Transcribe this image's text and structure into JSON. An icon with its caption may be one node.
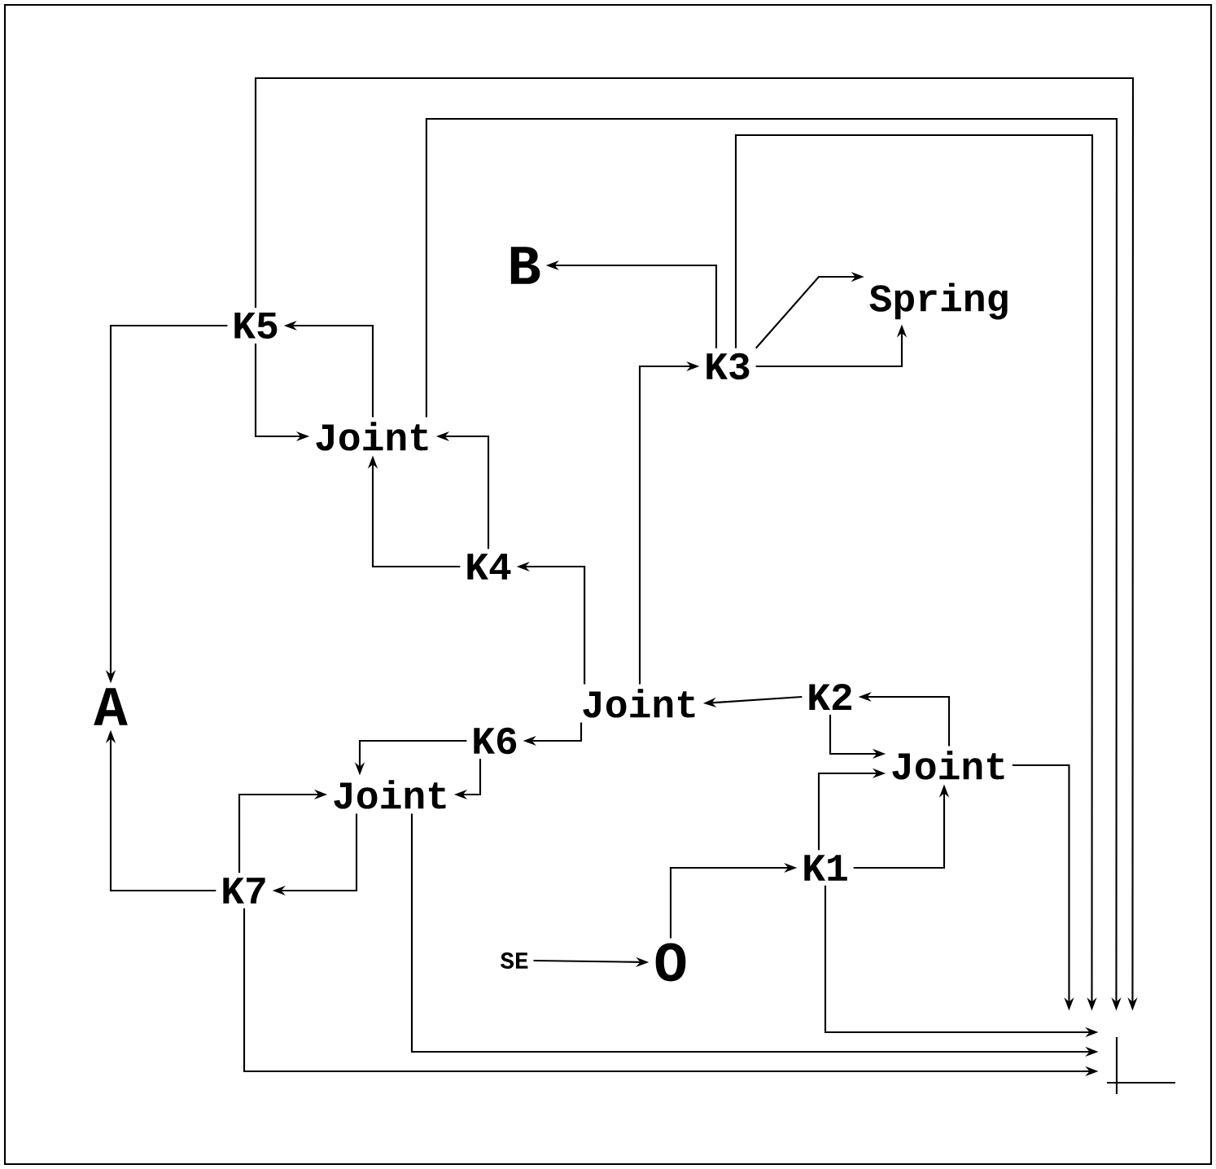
{
  "diagram": {
    "nodes": [
      {
        "text": [
          "B"
        ]
      },
      {
        "text": [
          "Spring"
        ]
      },
      {
        "text": [
          "K5"
        ]
      },
      {
        "text": [
          "K3"
        ]
      },
      {
        "text": [
          "Joint"
        ]
      },
      {
        "text": [
          "K4"
        ]
      },
      {
        "text": [
          "Joint"
        ]
      },
      {
        "text": [
          "K2"
        ]
      },
      {
        "text": [
          "A"
        ]
      },
      {
        "text": [
          "K6"
        ]
      },
      {
        "text": [
          "Joint"
        ]
      },
      {
        "text": [
          "Joint"
        ]
      },
      {
        "text": [
          "K1"
        ]
      },
      {
        "text": [
          "K7"
        ]
      },
      {
        "text": [
          "SE"
        ]
      },
      {
        "text": [
          "O"
        ]
      },
      {
        "text": [],
        "shape": "picture"
      }
    ],
    "edges": [
      {
        "from": 2,
        "to": 8,
        "arrow": "to"
      },
      {
        "from": 2,
        "to": 4,
        "arrow": "to"
      },
      {
        "from": 4,
        "to": 2,
        "arrow": "to"
      },
      {
        "from": 2,
        "to": 16,
        "arrow": "to"
      },
      {
        "from": 4,
        "to": 16,
        "arrow": "to"
      },
      {
        "from": 5,
        "to": 4,
        "arrow": "to"
      },
      {
        "from": 5,
        "to": 4,
        "arrow": "to"
      },
      {
        "from": 6,
        "to": 5,
        "arrow": "to"
      },
      {
        "from": 6,
        "to": 3,
        "arrow": "to"
      },
      {
        "from": 3,
        "to": 0,
        "arrow": "to"
      },
      {
        "from": 3,
        "to": 16,
        "arrow": "to"
      },
      {
        "from": 3,
        "to": 1,
        "arrow": "to"
      },
      {
        "from": 3,
        "to": 1,
        "arrow": "to"
      },
      {
        "from": 7,
        "to": 6,
        "arrow": "to"
      },
      {
        "from": 10,
        "to": 7,
        "arrow": "to"
      },
      {
        "from": 7,
        "to": 10,
        "arrow": "to"
      },
      {
        "from": 12,
        "to": 10,
        "arrow": "to"
      },
      {
        "from": 12,
        "to": 10,
        "arrow": "to"
      },
      {
        "from": 10,
        "to": 16,
        "arrow": "to"
      },
      {
        "from": 12,
        "to": 16,
        "arrow": "to"
      },
      {
        "from": 15,
        "to": 12,
        "arrow": "to"
      },
      {
        "from": 14,
        "to": 15,
        "arrow": "to"
      },
      {
        "from": 6,
        "to": 9,
        "arrow": "to"
      },
      {
        "from": 9,
        "to": 11,
        "arrow": "to"
      },
      {
        "from": 9,
        "to": 11,
        "arrow": "to"
      },
      {
        "from": 11,
        "to": 13,
        "arrow": "to"
      },
      {
        "from": 13,
        "to": 11,
        "arrow": "to"
      },
      {
        "from": 13,
        "to": 8,
        "arrow": "to"
      },
      {
        "from": 13,
        "to": 16,
        "arrow": "to"
      },
      {
        "from": 11,
        "to": 16,
        "arrow": "to"
      }
    ]
  }
}
